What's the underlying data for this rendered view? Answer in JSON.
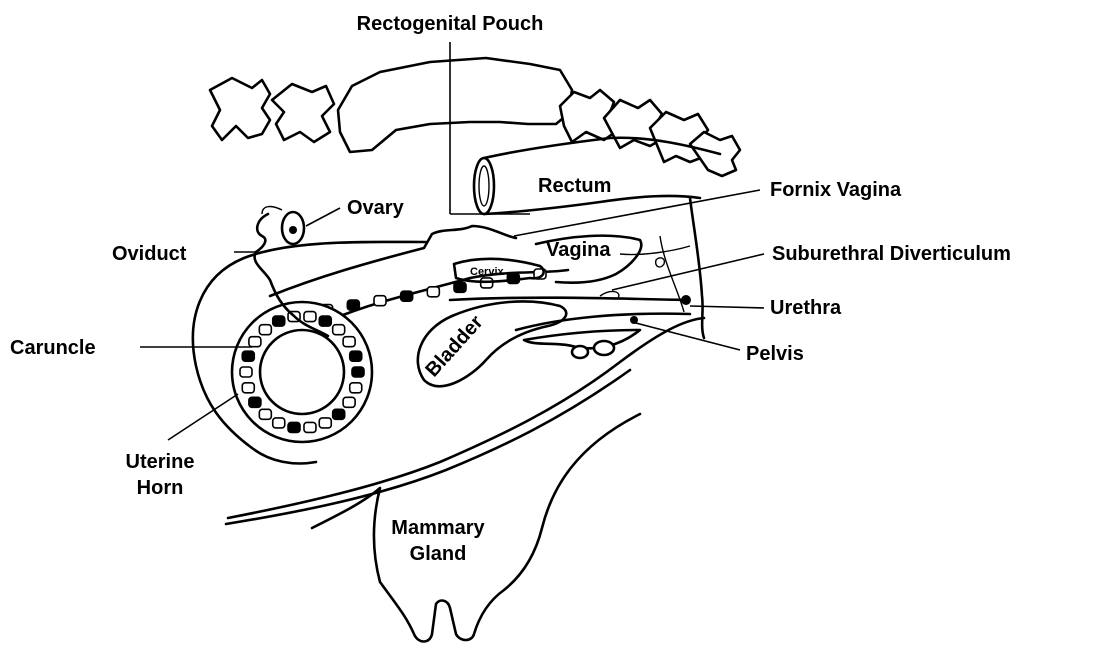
{
  "labels": {
    "rectogenital_pouch": "Rectogenital Pouch",
    "rectum": "Rectum",
    "fornix_vagina": "Fornix Vagina",
    "ovary": "Ovary",
    "oviduct": "Oviduct",
    "vagina": "Vagina",
    "cervix": "Cervix",
    "suburethral_diverticulum": "Suburethral Diverticulum",
    "urethra": "Urethra",
    "caruncle": "Caruncle",
    "bladder": "Bladder",
    "pelvis": "Pelvis",
    "uterine_horn_line1": "Uterine",
    "uterine_horn_line2": "Horn",
    "mammary_gland_line1": "Mammary",
    "mammary_gland_line2": "Gland"
  }
}
